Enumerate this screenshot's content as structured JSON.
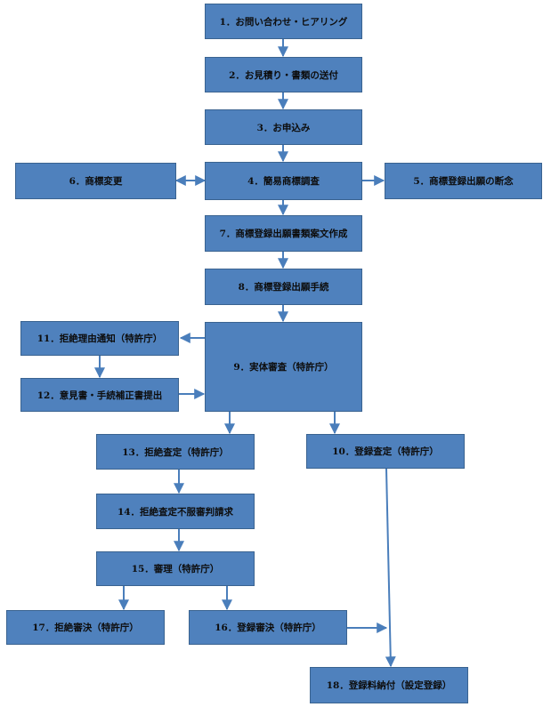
{
  "colors": {
    "box_fill": "#4f81bd",
    "box_border": "#3a6390",
    "arrow": "#4a7ebb",
    "text": "#0d0d0d"
  },
  "steps": {
    "s1": "1．お問い合わせ・ヒアリング",
    "s2": "2．お見積り・書類の送付",
    "s3": "3．お申込み",
    "s4": "4．簡易商標調査",
    "s5": "5．商標登録出願の断念",
    "s6": "6．商標変更",
    "s7": "7．商標登録出願書類案文作成",
    "s8": "8．商標登録出願手続",
    "s9": "9．実体審査（特許庁）",
    "s10": "10．登録査定（特許庁）",
    "s11": "11．拒絶理由通知（特許庁）",
    "s12": "12．意見書・手続補正書提出",
    "s13": "13．拒絶査定（特許庁）",
    "s14": "14．拒絶査定不服審判請求",
    "s15": "15．審理（特許庁）",
    "s16": "16．登録審決（特許庁）",
    "s17": "17．拒絶審決（特許庁）",
    "s18": "18．登録料納付（設定登録）"
  }
}
